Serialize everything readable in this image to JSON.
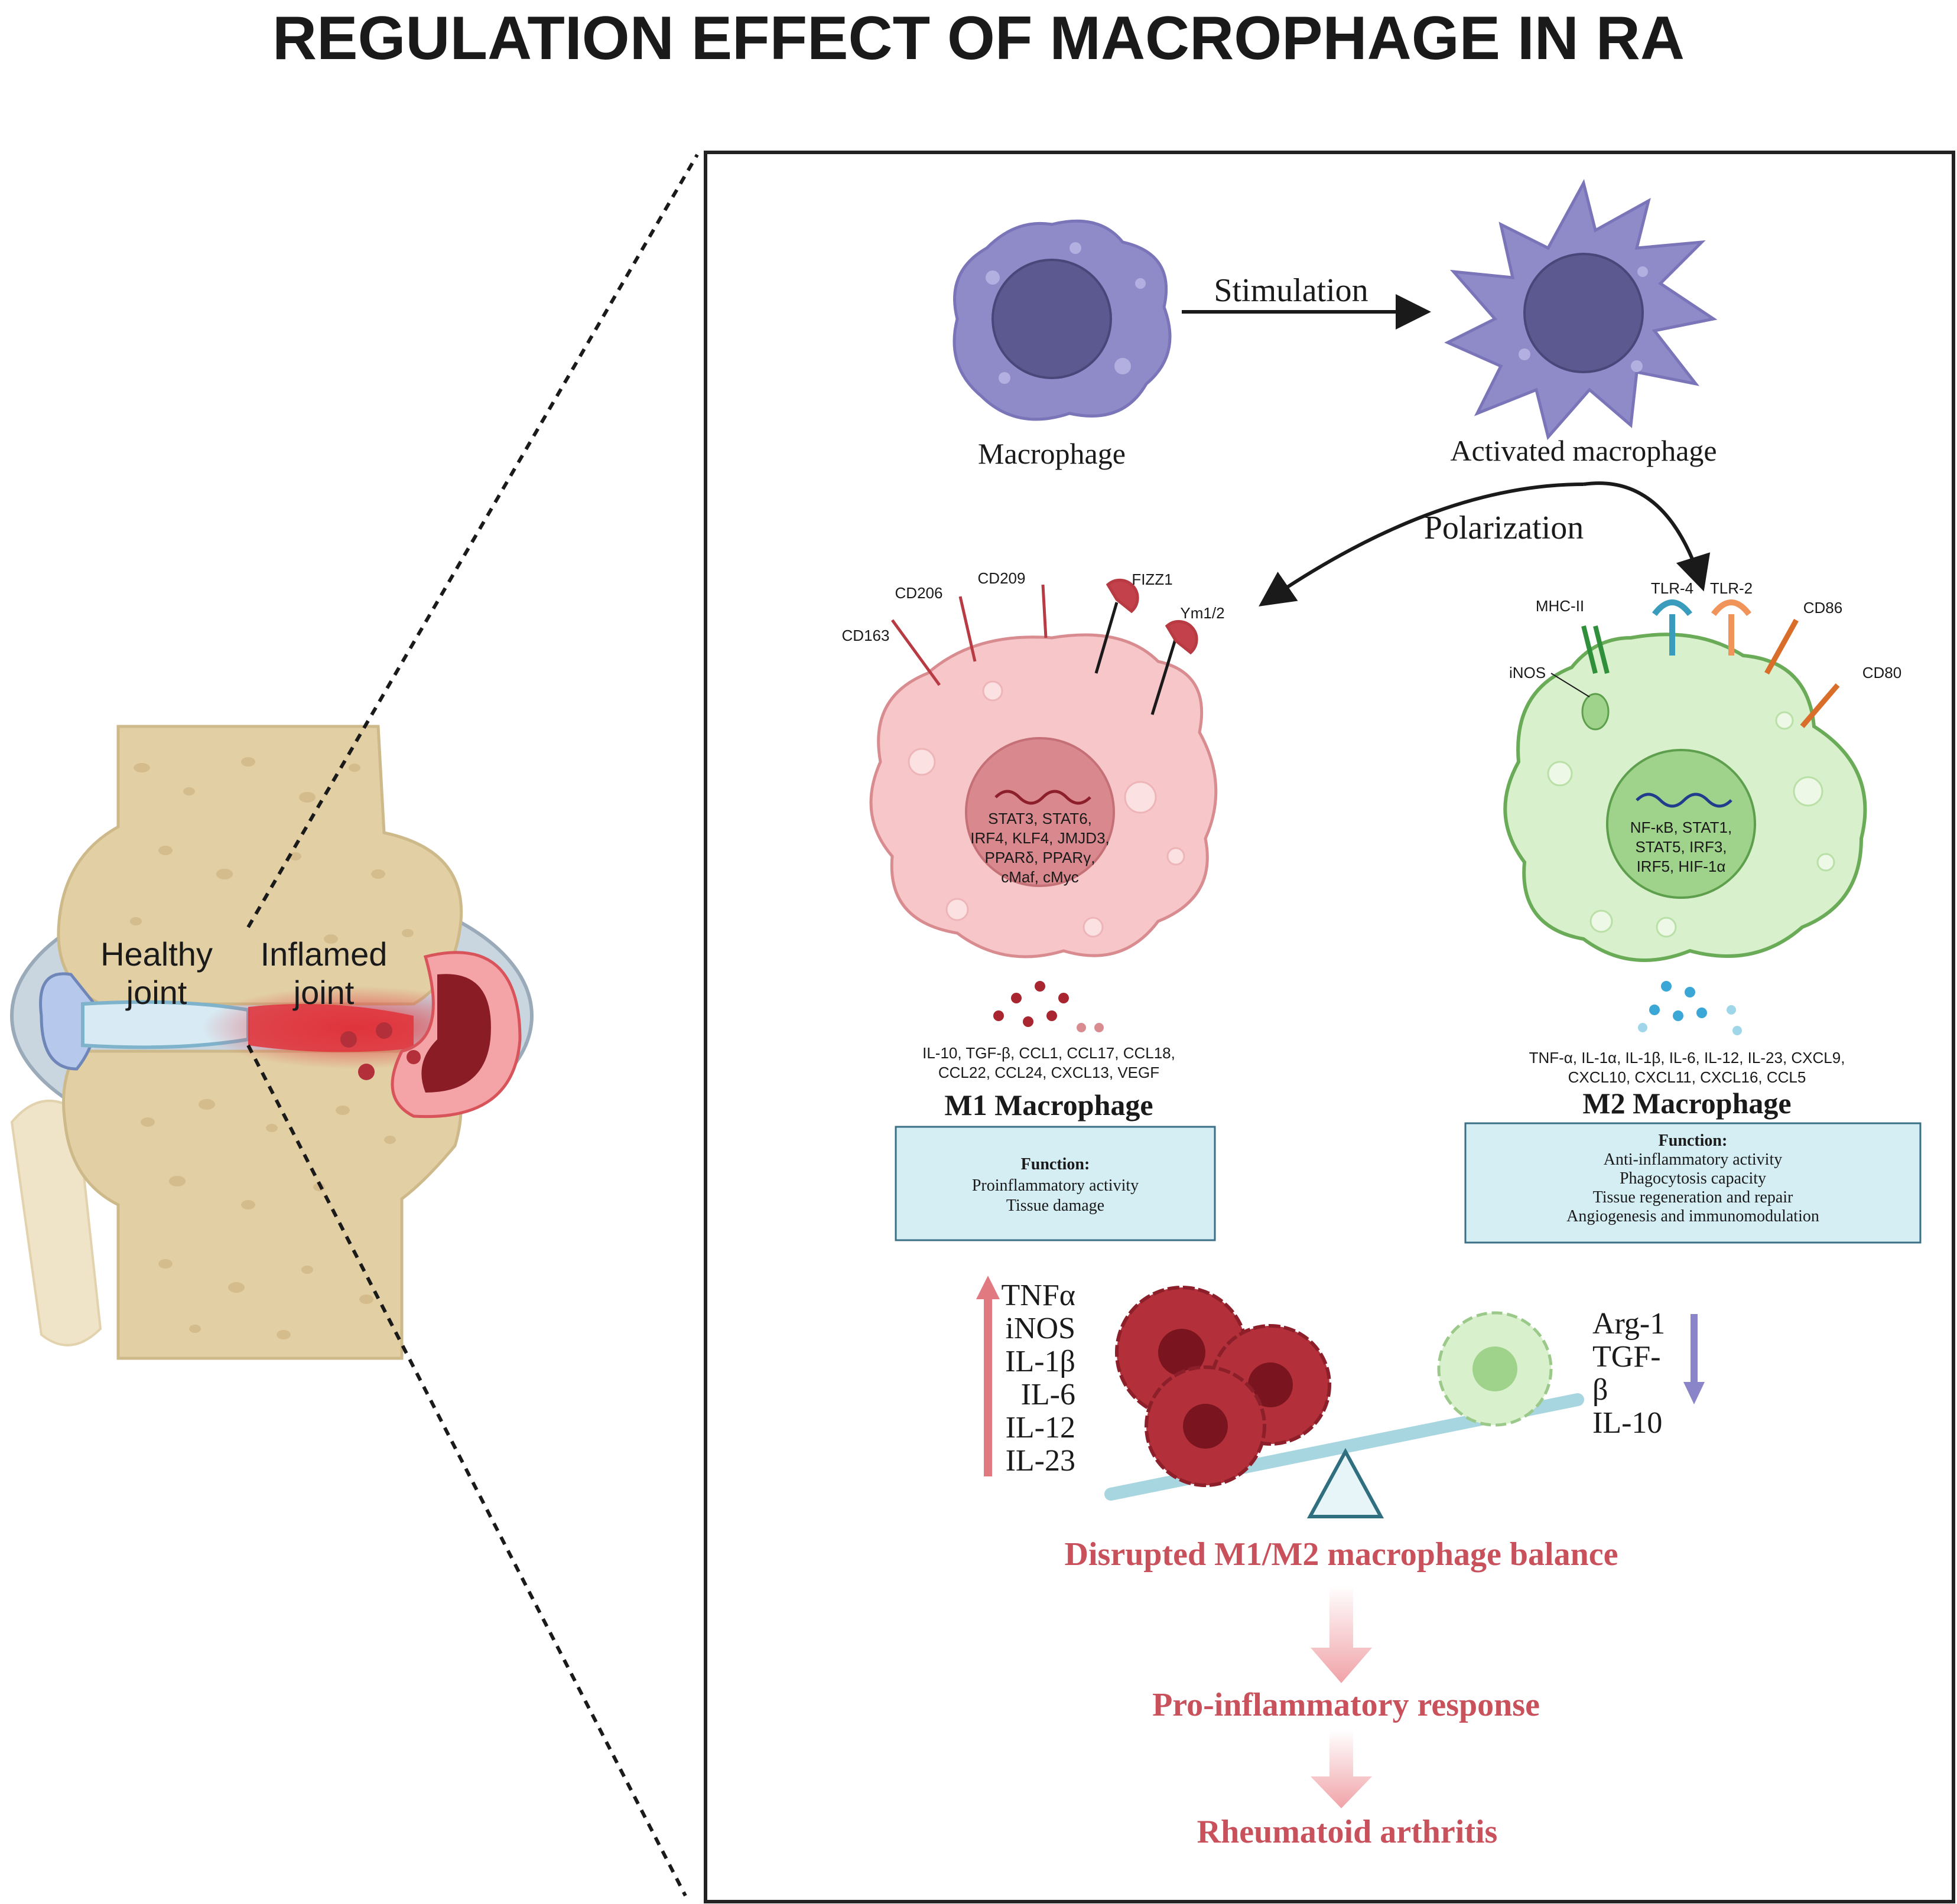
{
  "title": "REGULATION EFFECT OF MACROPHAGE IN RA",
  "joint": {
    "healthy": [
      "Healthy",
      "joint"
    ],
    "inflamed": [
      "Inflamed",
      "joint"
    ]
  },
  "top": {
    "macrophage": "Macrophage",
    "stimulation": "Stimulation",
    "activated": "Activated macrophage",
    "polarization": "Polarization"
  },
  "m1": {
    "receptors": [
      "CD163",
      "CD206",
      "CD209",
      "FIZZ1",
      "Ym1/2"
    ],
    "nucleus": [
      "STAT3, STAT6,",
      "IRF4, KLF4, JMJD3,",
      "PPARδ, PPARγ,",
      "cMaf, cMyc"
    ],
    "cytokines": [
      "IL-10, TGF-β, CCL1, CCL17, CCL18,",
      "CCL22, CCL24, CXCL13, VEGF"
    ],
    "name": "M1 Macrophage",
    "function_title": "Function:",
    "functions": [
      "Proinflammatory activity",
      "Tissue damage"
    ]
  },
  "m2": {
    "receptors": [
      "MHC-II",
      "TLR-4",
      "TLR-2",
      "CD86",
      "iNOS",
      "CD80"
    ],
    "nucleus": [
      "NF-κB, STAT1,",
      "STAT5, IRF3,",
      "IRF5, HIF-1α"
    ],
    "cytokines": [
      "TNF-α, IL-1α, IL-1β, IL-6, IL-12, IL-23, CXCL9,",
      "CXCL10, CXCL11, CXCL16, CCL5"
    ],
    "name": "M2 Macrophage",
    "function_title": "Function:",
    "functions": [
      "Anti-inflammatory activity",
      "Phagocytosis capacity",
      "Tissue regeneration and repair",
      "Angiogenesis and immunomodulation"
    ]
  },
  "balance": {
    "up_markers": [
      "TNFα",
      "iNOS",
      "IL-1β",
      "IL-6",
      "IL-12",
      "IL-23"
    ],
    "down_markers": [
      "Arg-1",
      "TGF-",
      "β",
      "IL-10"
    ],
    "steps": [
      "Disrupted M1/M2 macrophage balance",
      "Pro-inflammatory response",
      "Rheumatoid arthritis"
    ]
  },
  "colors": {
    "macrophage": "#8f8ac8",
    "m1_cell": "#f6c6c8",
    "m2_cell": "#d9f0cd",
    "function_box": "#d5eef4",
    "outcome_text": "#c9515c",
    "inflamed_red": "#e0323a"
  }
}
